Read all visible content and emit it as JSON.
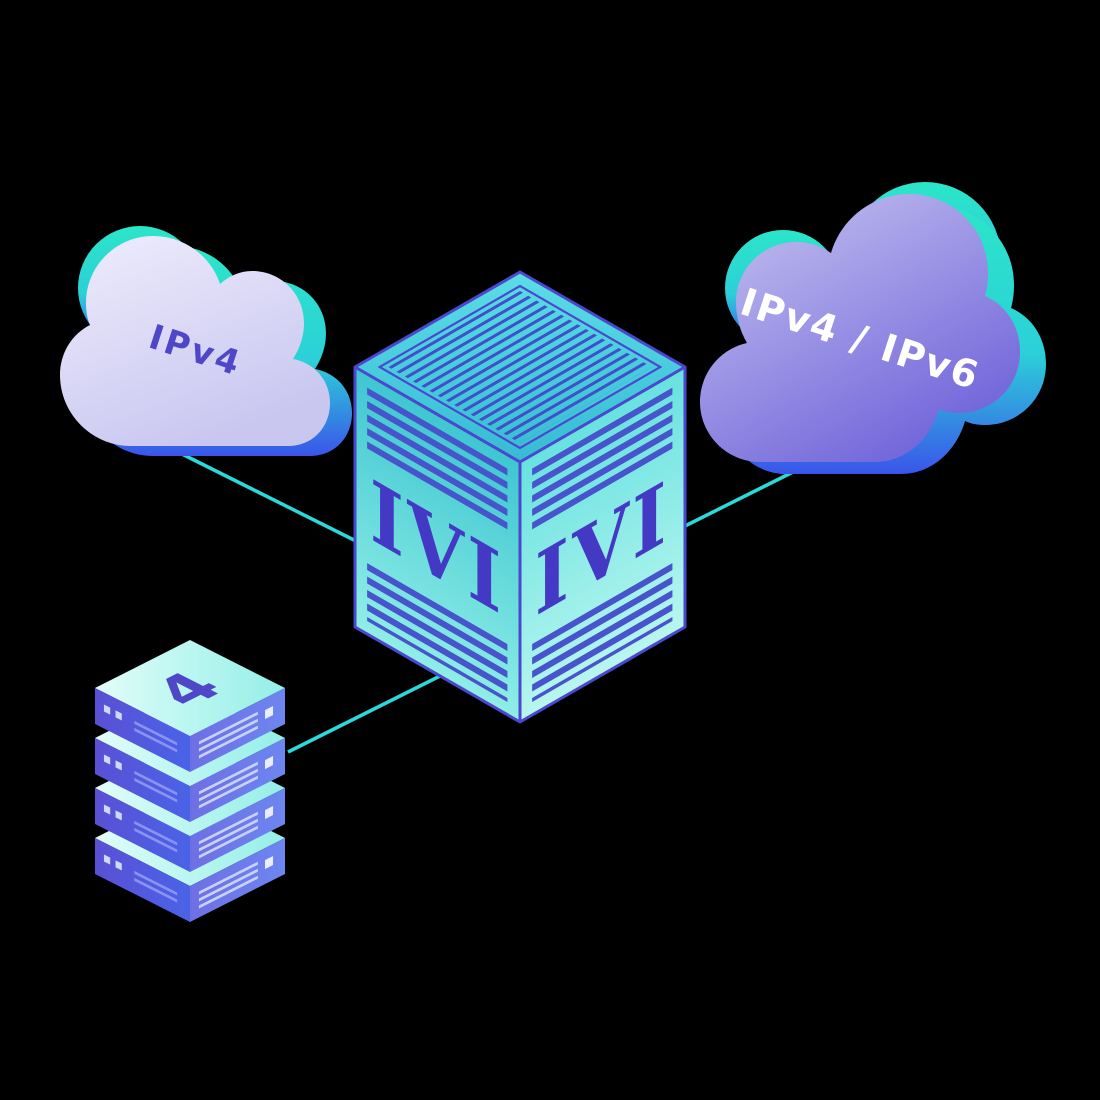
{
  "diagram": {
    "background_color": "#000000",
    "connector_color": "#2bd9d9",
    "nodes": {
      "ipv4_cloud": {
        "label": "IPv4",
        "label_color": "#4f46c8",
        "fill": "#dedcf6",
        "accent": "#2be0c6"
      },
      "dual_stack_cloud": {
        "label": "IPv4 / IPv6",
        "label_color": "#ffffff",
        "fill": "#8d85e6",
        "accent": "#2be0c6"
      },
      "ivi_translator": {
        "left_face_label": "IVI",
        "right_face_label": "IVI",
        "label_color": "#4339c4",
        "body_color": "#4fd4d6",
        "edge_color": "#4b47cf"
      },
      "server_stack": {
        "top_label": "4",
        "label_color": "#4f46c8",
        "unit_count": 4,
        "body_color": "#5a50d4"
      }
    }
  }
}
